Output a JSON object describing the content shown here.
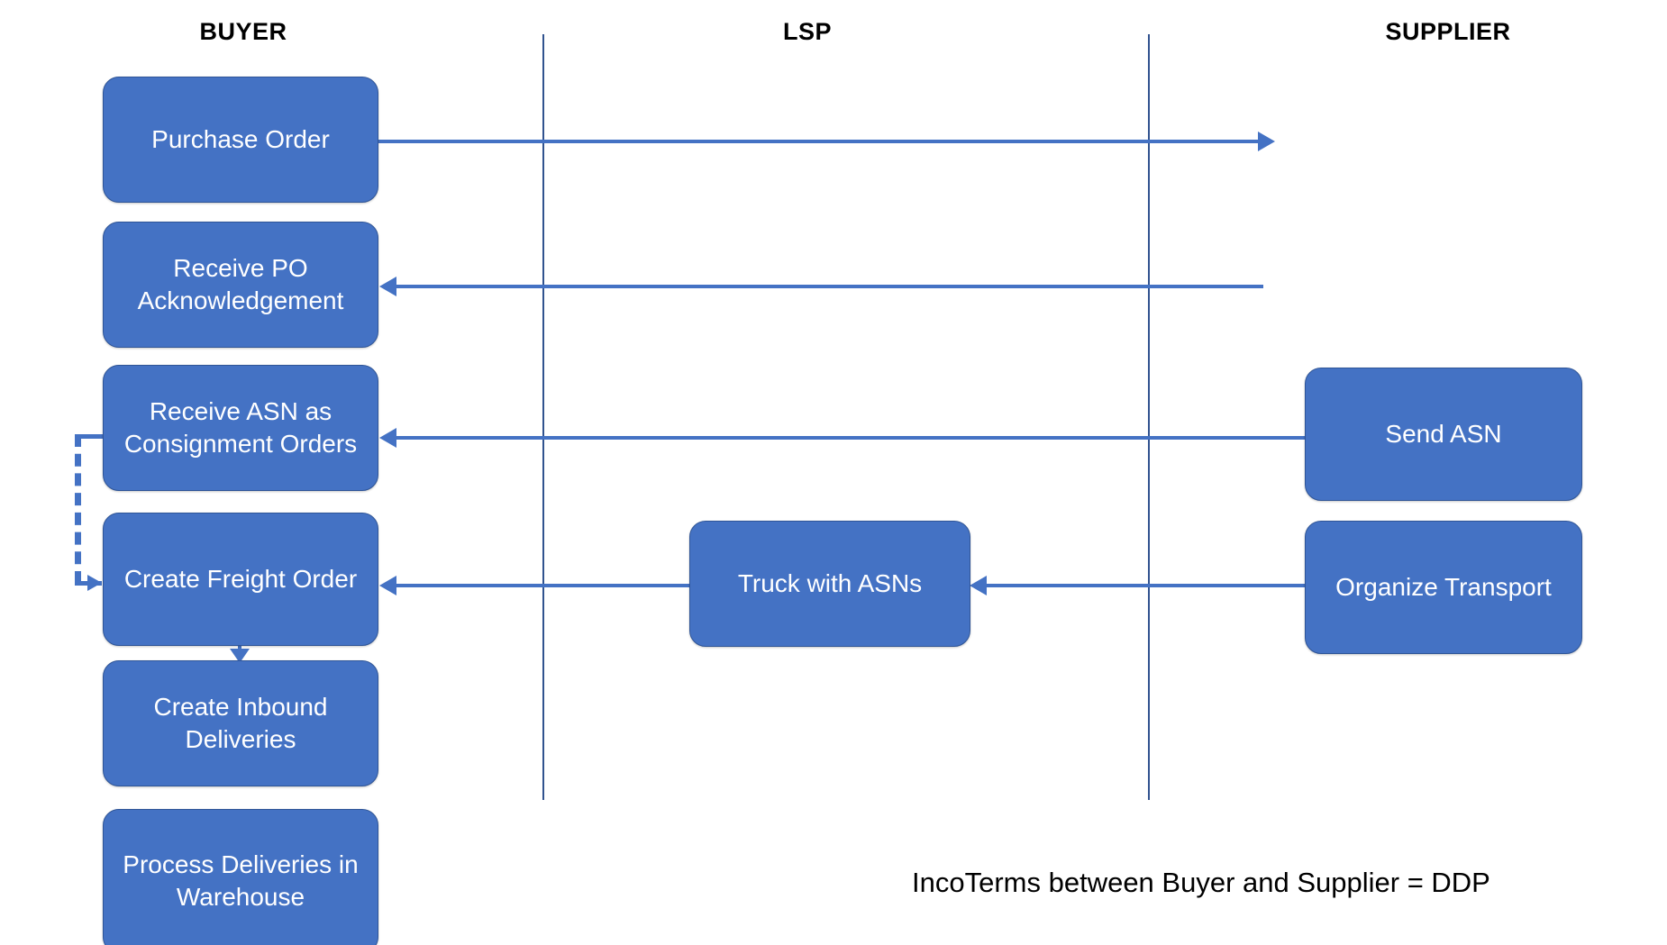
{
  "diagram": {
    "title": "Buyer / LSP / Supplier consignment inbound process",
    "colors": {
      "node_fill": "#4472C4",
      "node_border": "#2F5597",
      "node_text": "#FFFFFF",
      "connector": "#4472C4",
      "lane_divider": "#31538F",
      "background": "#FFFFFF",
      "header_text": "#000000"
    }
  },
  "lanes": [
    {
      "id": "buyer",
      "label": "BUYER"
    },
    {
      "id": "lsp",
      "label": "LSP"
    },
    {
      "id": "supplier",
      "label": "SUPPLIER"
    }
  ],
  "nodes": {
    "purchase_order": "Purchase Order",
    "receive_po_ack": "Receive PO Acknowledgement",
    "receive_asn": "Receive ASN as Consignment Orders",
    "create_freight_order": "Create Freight Order",
    "create_inbound_deliveries": "Create Inbound Deliveries",
    "process_deliveries": "Process Deliveries in Warehouse",
    "truck_with_asns": "Truck with ASNs",
    "send_asn": "Send ASN",
    "organize_transport": "Organize Transport"
  },
  "caption": {
    "incoterms": "IncoTerms between Buyer and Supplier = DDP"
  },
  "flows": [
    {
      "from": "purchase_order",
      "to": "supplier",
      "direction": "right",
      "style": "solid"
    },
    {
      "from": "supplier",
      "to": "receive_po_ack",
      "direction": "left",
      "style": "solid"
    },
    {
      "from": "send_asn",
      "to": "receive_asn",
      "direction": "left",
      "style": "solid"
    },
    {
      "from": "organize_transport",
      "to": "truck_with_asns",
      "direction": "left",
      "style": "solid"
    },
    {
      "from": "truck_with_asns",
      "to": "create_freight_order",
      "direction": "left",
      "style": "solid"
    },
    {
      "from": "receive_asn",
      "to": "create_freight_order",
      "direction": "down",
      "style": "dashed"
    },
    {
      "from": "create_freight_order",
      "to": "create_inbound_deliveries",
      "direction": "down",
      "style": "solid"
    },
    {
      "from": "create_inbound_deliveries",
      "to": "process_deliveries",
      "direction": "down",
      "style": "solid"
    }
  ]
}
